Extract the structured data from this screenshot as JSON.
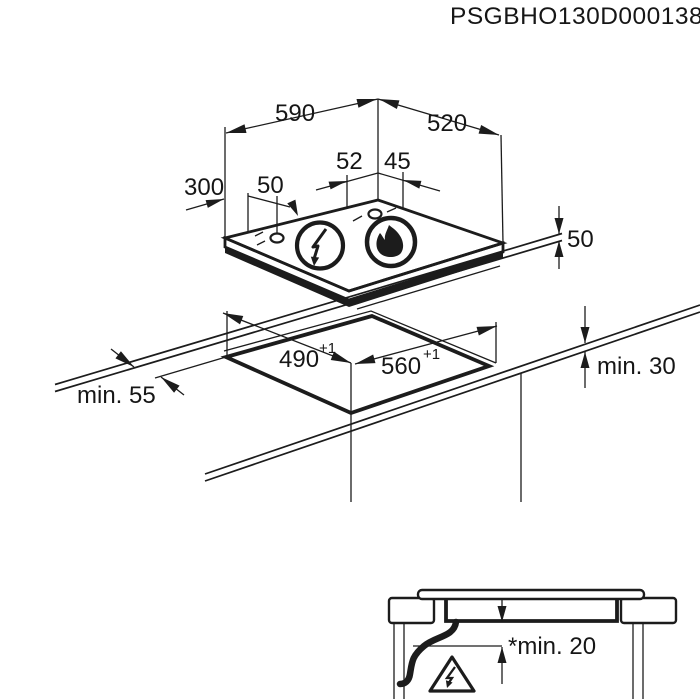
{
  "model_code": "PSGBHO130D000138",
  "top_view": {
    "width": "590",
    "depth": "520",
    "burner_offset_left": "52",
    "burner_offset_right": "45",
    "left_edge_offset": "300",
    "igniter_offset": "50",
    "hob_height": "50"
  },
  "cutout_view": {
    "cutout_depth": "490",
    "cutout_depth_tol": "+1",
    "cutout_width": "560",
    "cutout_width_tol": "+1",
    "rear_clearance": "min. 55",
    "worktop_thickness": "min. 30"
  },
  "section_view": {
    "bottom_clearance": "*min. 20"
  }
}
